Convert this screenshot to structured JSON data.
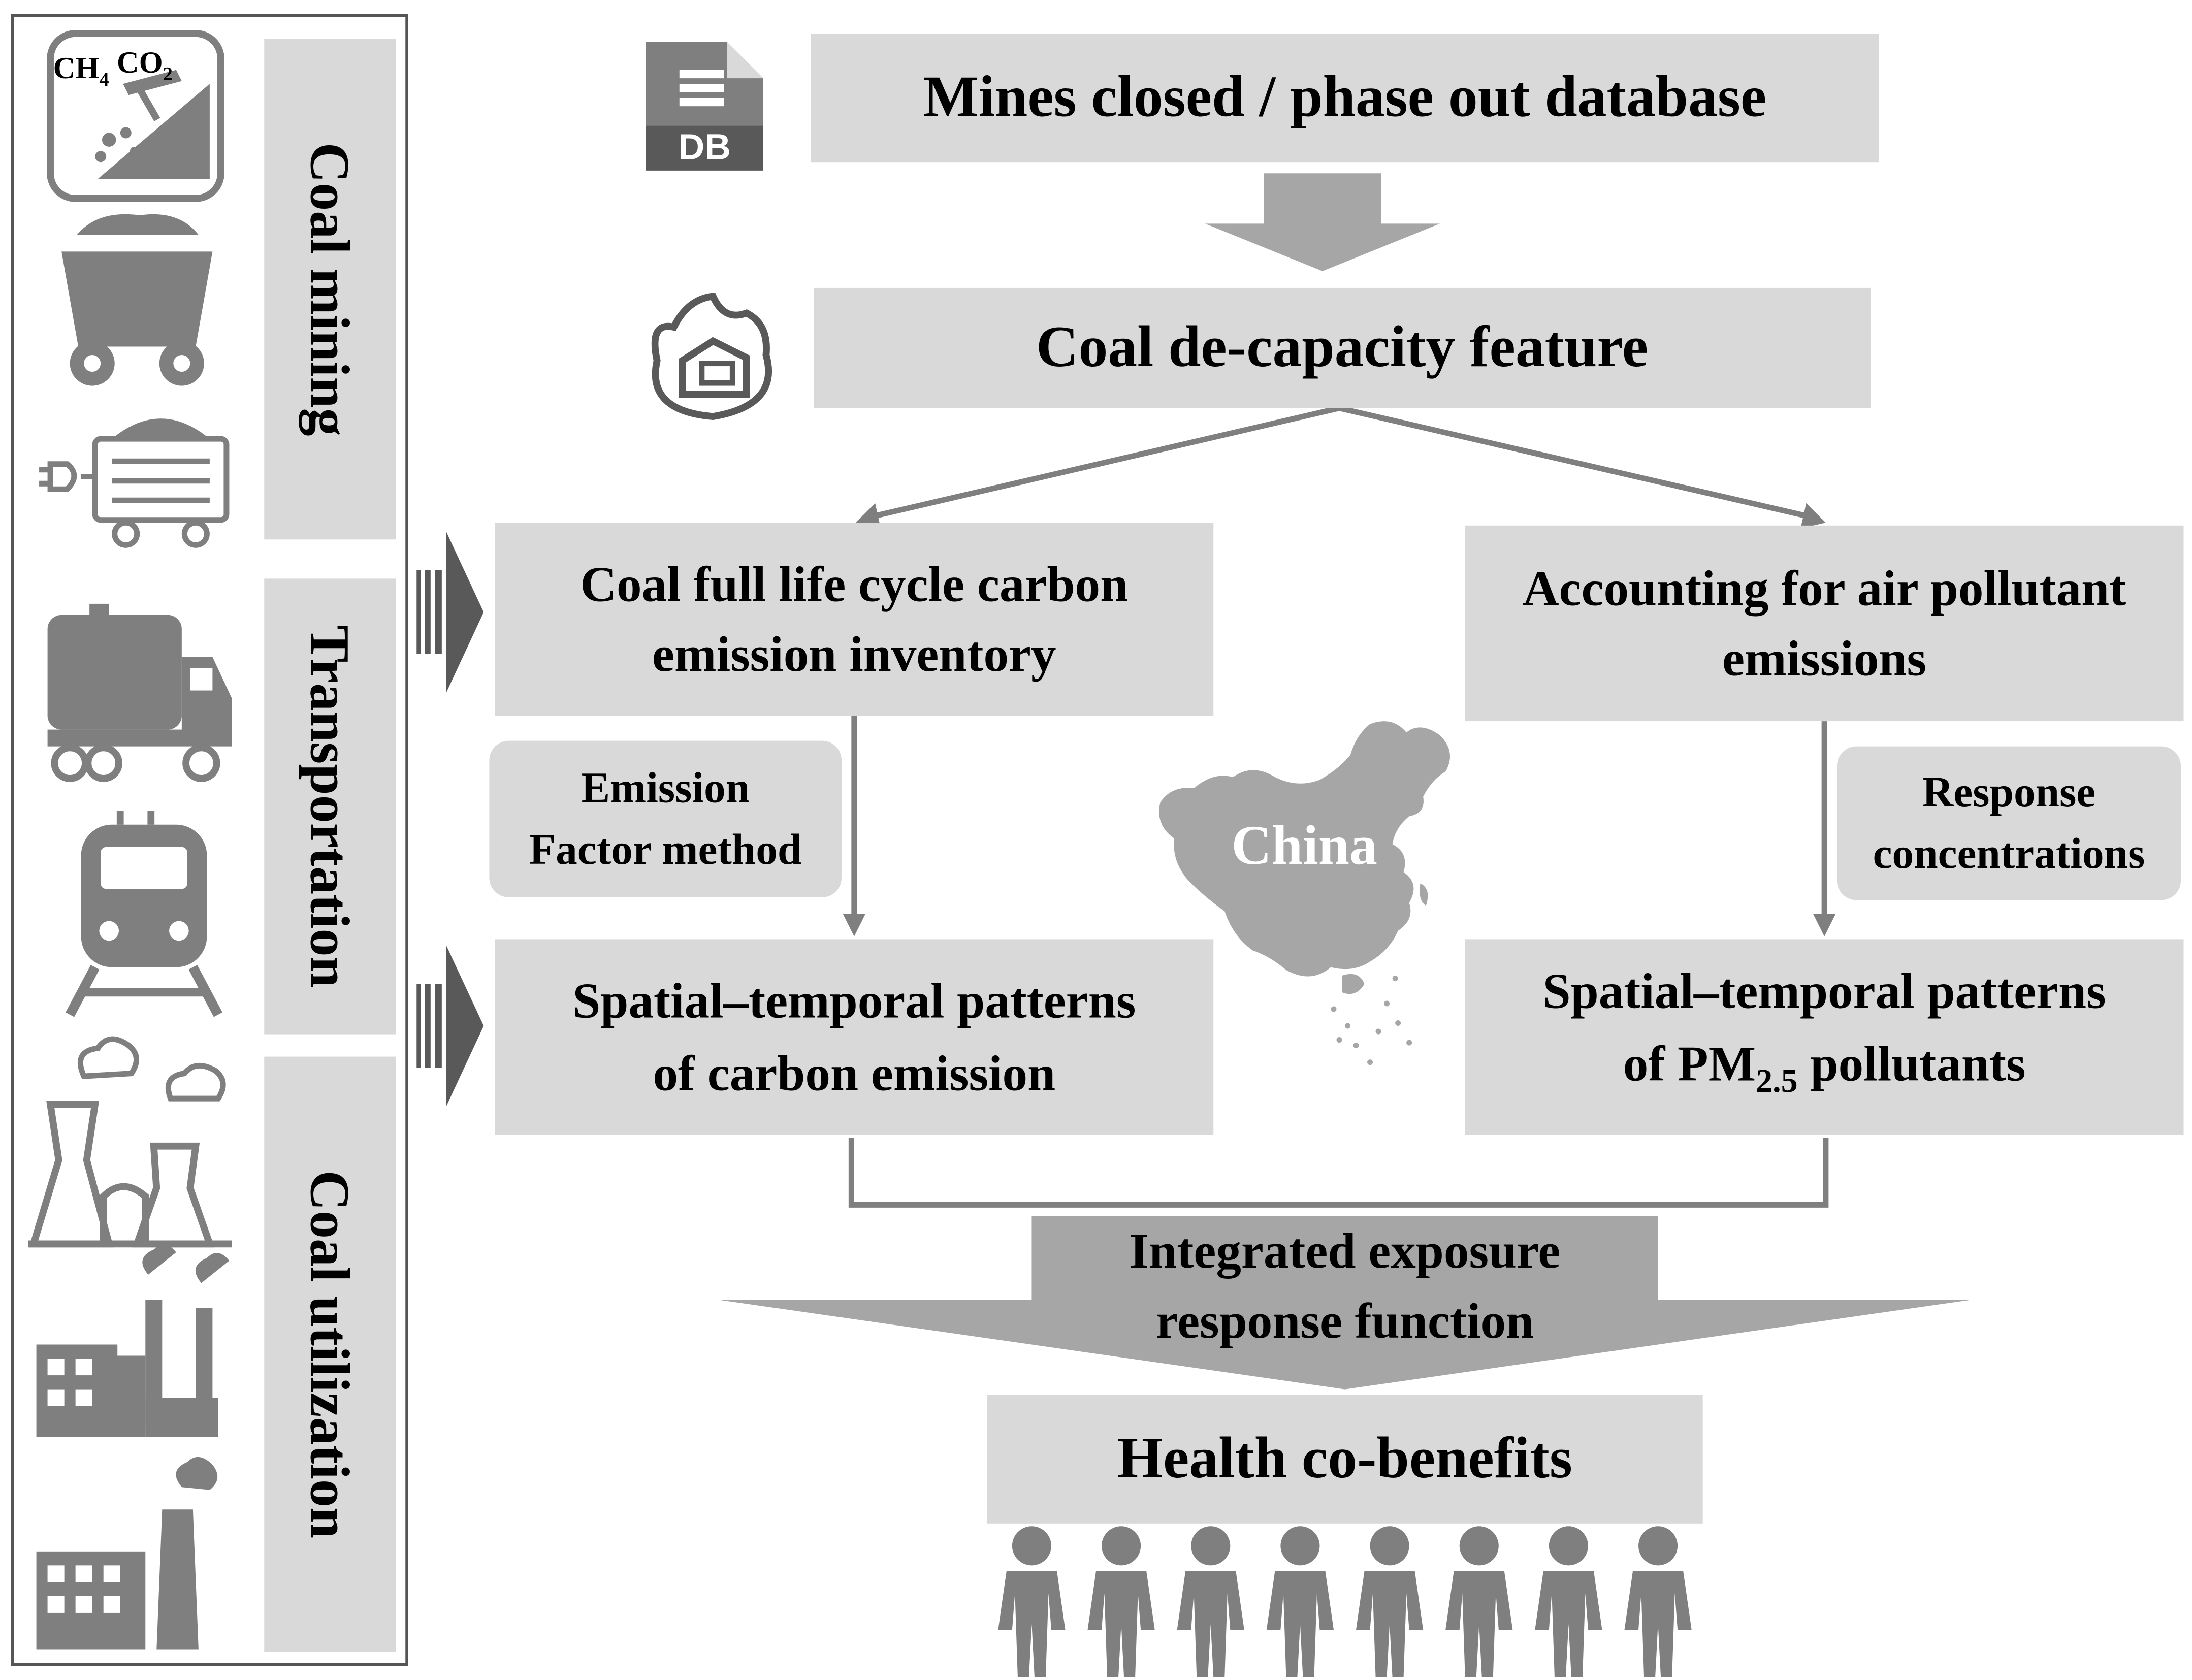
{
  "sidebar": {
    "labels": [
      "Coal mining",
      "Transportation",
      "Coal utilization"
    ],
    "mining_gas_labels": {
      "ch4": "CH",
      "ch4_sub": "4",
      "co2": "CO",
      "co2_sub": "2"
    }
  },
  "database_icon": {
    "label": "DB"
  },
  "nodes": {
    "mines_db": "Mines closed / phase out database",
    "decapacity": "Coal de-capacity feature",
    "carbon_inventory": [
      "Coal full life cycle carbon",
      "emission inventory"
    ],
    "air_accounting": [
      "Accounting for air pollutant",
      "emissions"
    ],
    "emission_factor": [
      "Emission",
      "Factor method"
    ],
    "response_conc": [
      "Response",
      "concentrations"
    ],
    "carbon_patterns": [
      "Spatial–temporal patterns",
      "of carbon emission"
    ],
    "pm_patterns": {
      "line1": "Spatial–temporal patterns",
      "line2_pre": "of PM",
      "line2_sub": "2.5",
      "line2_post": " pollutants"
    },
    "exposure": [
      "Integrated exposure",
      "response function"
    ],
    "health": "Health co-benefits"
  },
  "map": {
    "label": "China"
  },
  "colors": {
    "box": "#d9d9d9",
    "arrow": "#a6a6a6",
    "icon": "#7f7f7f",
    "dark_arrow": "#595959",
    "map": "#a6a6a6"
  }
}
